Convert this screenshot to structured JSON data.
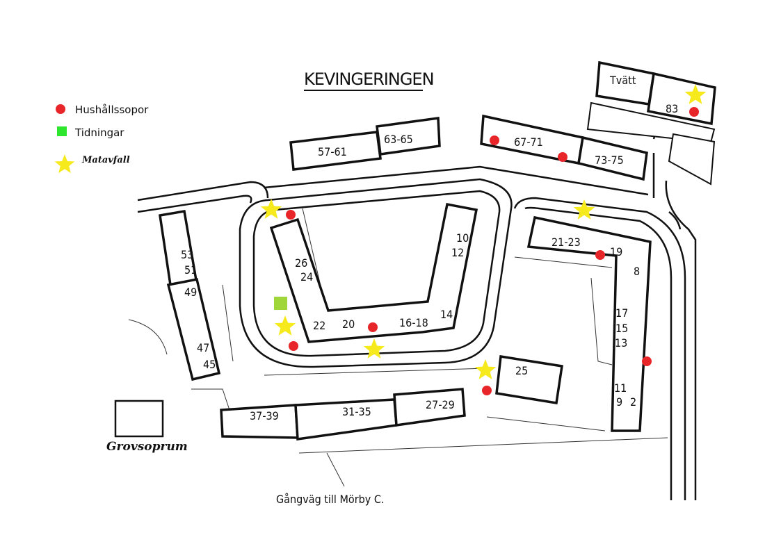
{
  "title": "KEVINGERINGEN",
  "legend": {
    "household": "Hushållssopor",
    "newspapers": "Tidningar",
    "food_waste": "Matavfall"
  },
  "buildings": {
    "b57_61": "57-61",
    "b63_65": "63-65",
    "b67_71": "67-71",
    "b73_75": "73-75",
    "tvatt": "Tvätt",
    "b83": "83",
    "b53": "53",
    "b51": "51",
    "b49": "49",
    "b47": "47",
    "b45": "45",
    "b26": "26",
    "b24": "24",
    "b22": "22",
    "b20": "20",
    "b16_18": "16-18",
    "b14": "14",
    "b10": "10",
    "b12": "12",
    "b21_23": "21-23",
    "b19": "19",
    "b8": "8",
    "b17": "17",
    "b15": "15",
    "b13": "13",
    "b11": "11",
    "b9": "9",
    "b2": "2",
    "b25": "25",
    "b37_39": "37-39",
    "b31_35": "31-35",
    "b27_29": "27-29"
  },
  "bulky_waste_room": "Grovsoprum",
  "footpath": "Gångväg till Mörby C.",
  "colors": {
    "household": "#e8262a",
    "newspapers_legend": "#2ee62e",
    "newspapers_map": "#9fd63a",
    "food_waste": "#f7ea1c"
  }
}
